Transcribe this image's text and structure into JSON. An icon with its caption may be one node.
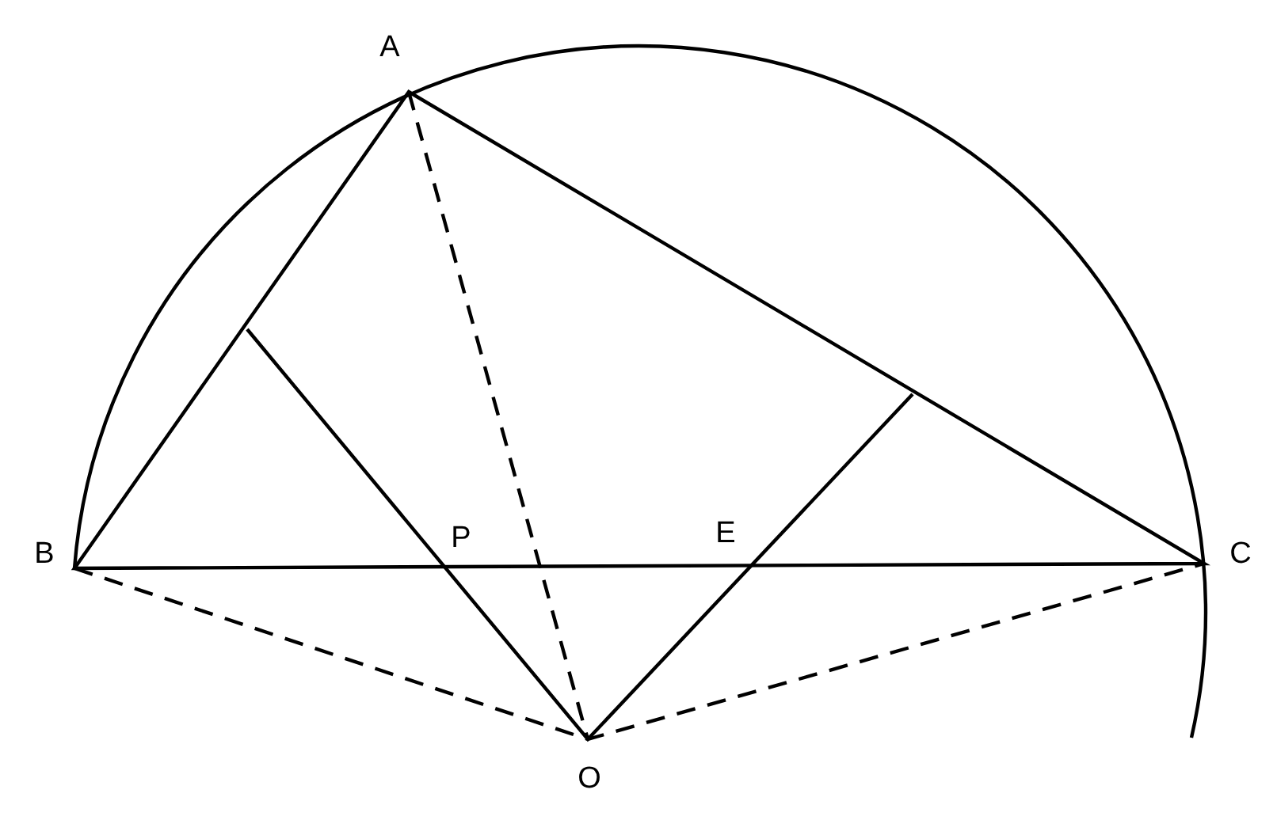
{
  "diagram": {
    "labels": [
      "A",
      "B",
      "C",
      "P",
      "E",
      "O"
    ]
  }
}
